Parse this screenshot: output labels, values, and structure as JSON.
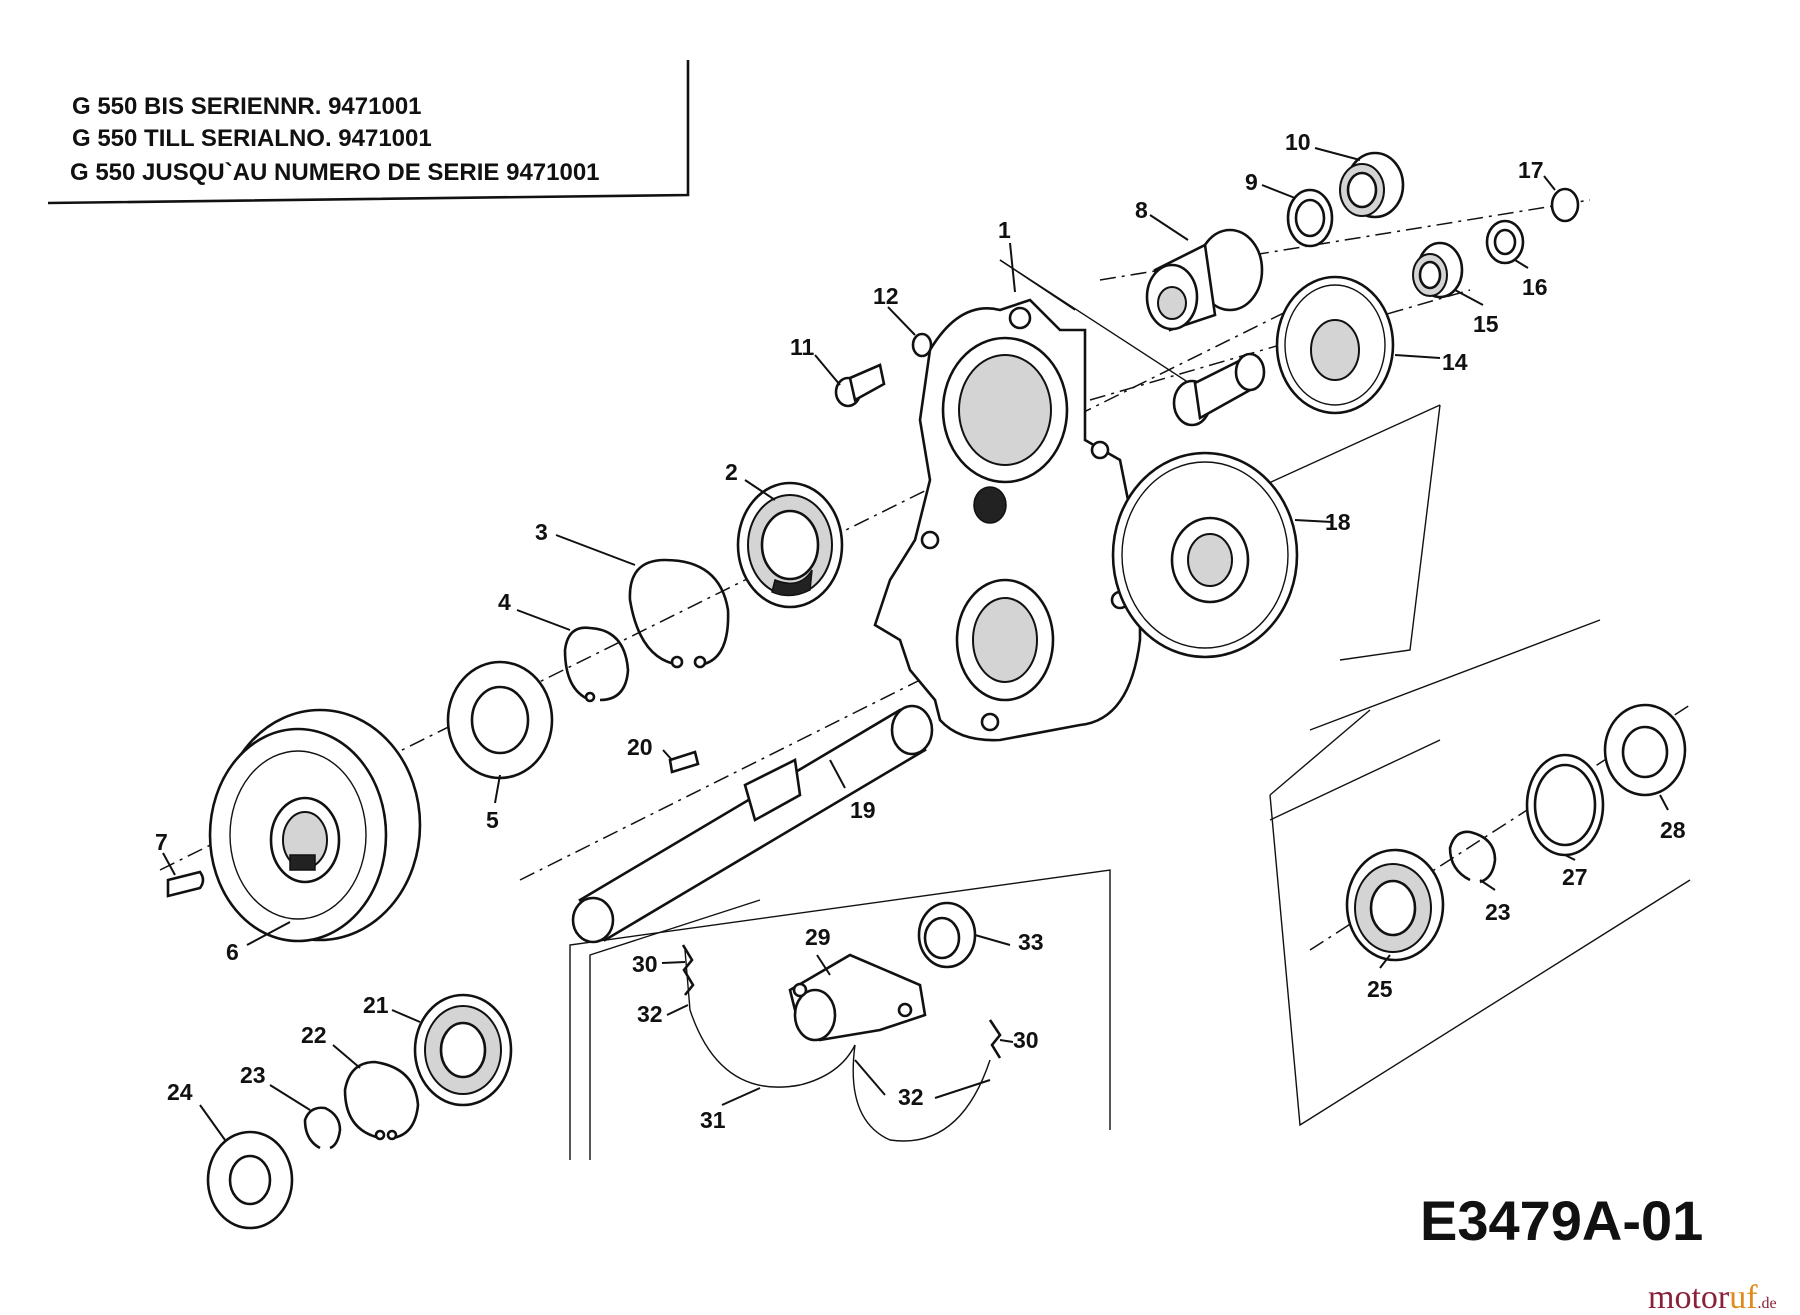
{
  "header": {
    "lines": [
      "G 550 BIS SERIENNR. 9471001",
      "G 550 TILL SERIALNO. 9471001",
      "G 550 JUSQU`AU NUMERO DE SERIE 9471001"
    ]
  },
  "figure_code": "E3479A-01",
  "logo": {
    "part1": "motor",
    "part2": "uf",
    "suffix": ".de"
  },
  "callouts": [
    "1",
    "2",
    "3",
    "4",
    "5",
    "6",
    "7",
    "8",
    "9",
    "10",
    "11",
    "12",
    "14",
    "15",
    "16",
    "17",
    "18",
    "19",
    "20",
    "21",
    "22",
    "23",
    "24",
    "25",
    "27",
    "28",
    "29",
    "30",
    "31",
    "32",
    "33"
  ]
}
